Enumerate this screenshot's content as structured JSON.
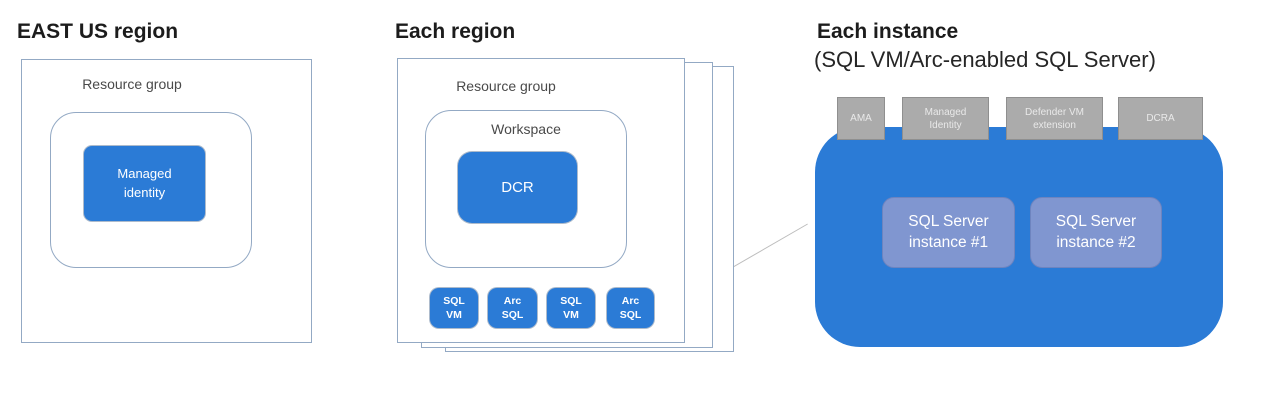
{
  "east_us": {
    "title": "EAST US region",
    "resource_group_label": "Resource group",
    "managed_identity_label": "Managed\nidentity"
  },
  "each_region": {
    "title": "Each region",
    "resource_group_label": "Resource group",
    "workspace_label": "Workspace",
    "dcr_label": "DCR",
    "agents": [
      "SQL\nVM",
      "Arc\nSQL",
      "SQL\nVM",
      "Arc\nSQL"
    ]
  },
  "each_instance": {
    "title": "Each instance",
    "subtitle": "(SQL VM/Arc-enabled SQL Server)",
    "extensions": [
      "AMA",
      "Managed\nIdentity",
      "Defender VM\nextension",
      "DCRA"
    ],
    "instances": [
      "SQL Server\ninstance #1",
      "SQL Server\ninstance #2"
    ]
  },
  "colors": {
    "primary_blue": "#2b7bd6",
    "instance_blue": "#8096d0",
    "extension_gray": "#ababab",
    "box_border": "#93a9c4",
    "connector_gray": "#bdbdbd"
  }
}
